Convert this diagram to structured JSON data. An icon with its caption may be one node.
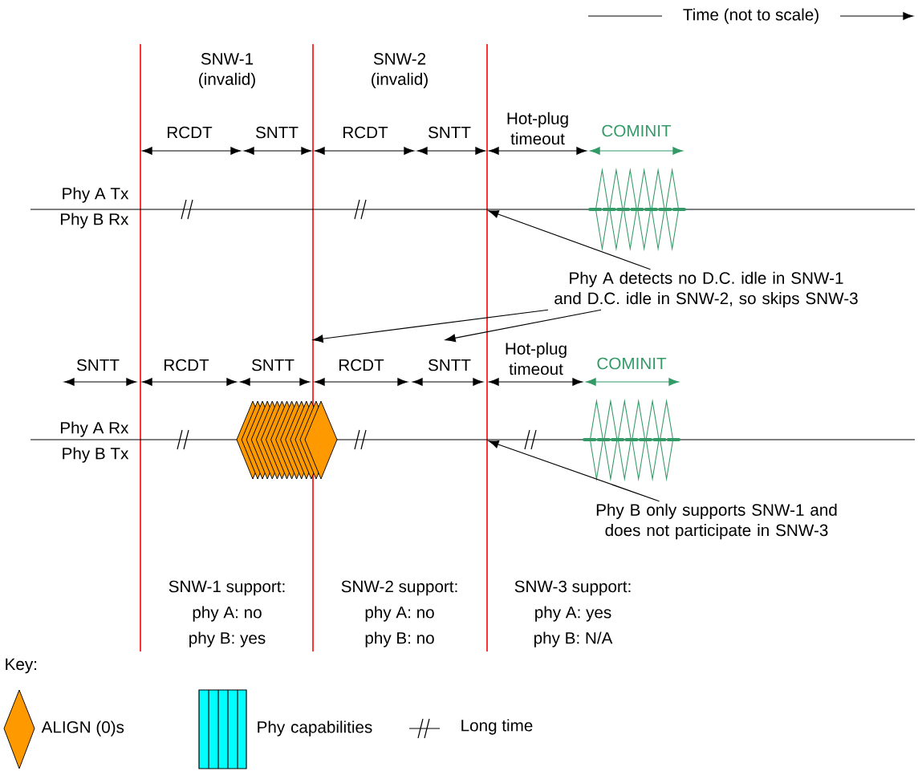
{
  "diagram": {
    "nodes": [
      {
        "text": [
          "Phy A detects no D.C. idle in SNW-1 and D.C. idle in SNW-2, so skips SNW-3"
        ]
      },
      {
        "text": [
          "Phy B only supports SNW-1 and does not participate in SNW-3"
        ]
      }
    ],
    "edges": [
      {
        "from": 0,
        "to": null,
        "arrow": "to"
      },
      {
        "from": 0,
        "to": null,
        "arrow": "to"
      },
      {
        "from": 0,
        "to": null,
        "arrow": "to"
      },
      {
        "from": 1,
        "to": null,
        "arrow": "to"
      }
    ],
    "labels": [
      "Time (not to scale)",
      "SNW-1 (invalid)",
      "SNW-2 (invalid)",
      "RCDT",
      "SNTT",
      "RCDT",
      "SNTT",
      "Hot-plug timeout",
      "COMINIT",
      "Phy A Tx",
      "Phy B Rx",
      "SNTT",
      "RCDT",
      "SNTT",
      "RCDT",
      "SNTT",
      "Hot-plug timeout",
      "COMINIT",
      "Phy A Rx",
      "Phy B Tx",
      "SNW-1 support:",
      "phy A: no",
      "phy B: yes",
      "SNW-2 support:",
      "phy A: no",
      "phy B: no",
      "SNW-3 support:",
      "phy A: yes",
      "phy B: N/A",
      "Key:"
    ],
    "legend": [
      {
        "text": "ALIGN (0)s"
      },
      {
        "text": "Phy capabilities"
      },
      {
        "text": "Long time"
      }
    ]
  }
}
